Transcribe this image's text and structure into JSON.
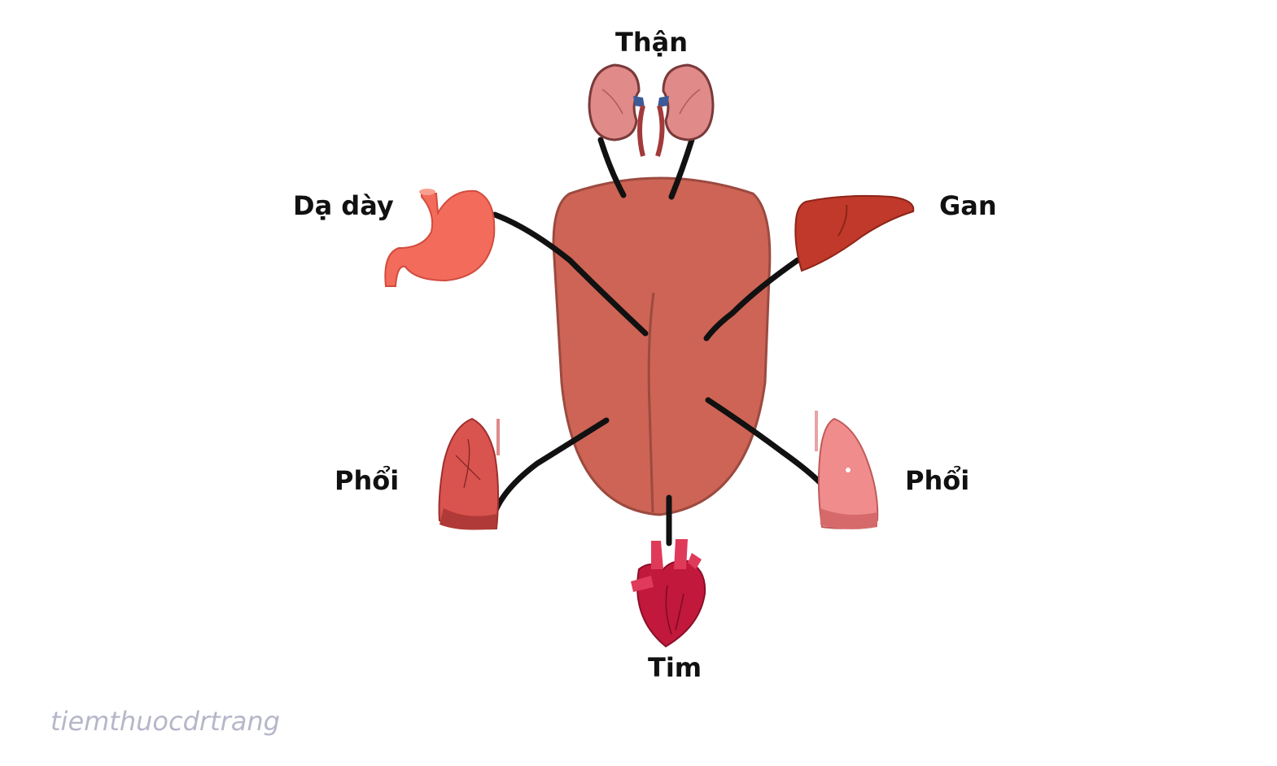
{
  "labels": {
    "kidneys": "Thận",
    "stomach": "Dạ dày",
    "liver": "Gan",
    "lung_left": "Phổi",
    "lung_right": "Phổi",
    "heart": "Tim"
  },
  "watermark": "tiemthuocdrtrang",
  "colors": {
    "tongue": "#cd6455",
    "tongue_outline": "#9c4a40",
    "connector": "#111111",
    "stomach": "#f26b5b",
    "liver": "#c0392b",
    "kidney": "#e08a8a",
    "lung_left": "#d9534f",
    "lung_right": "#f08c8c",
    "heart": "#c2183c",
    "watermark": "#b5b7c9"
  },
  "icons": [
    "tongue-icon",
    "kidneys-icon",
    "stomach-icon",
    "liver-icon",
    "lung-icon",
    "heart-icon"
  ]
}
